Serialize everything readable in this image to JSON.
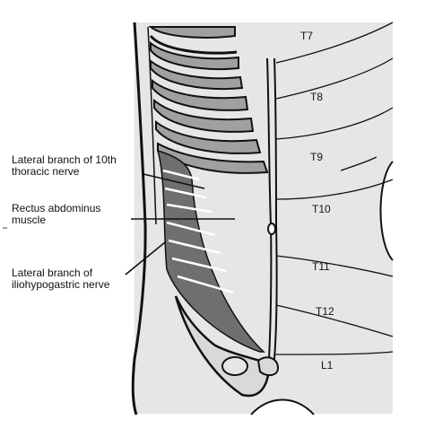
{
  "colors": {
    "background": "#ffffff",
    "panel": "#e6e6e6",
    "muscle": "#6f6f6f",
    "bone": "#d9d9d9",
    "rib_fill": "#a0a0a0",
    "outline": "#111111"
  },
  "labels": {
    "lateral_branch_10th_line1": "Lateral branch of 10th",
    "lateral_branch_10th_line2": "thoracic nerve",
    "rectus_line1": "Rectus abdominus",
    "rectus_line2": "muscle",
    "iliohypogastric_line1": "Lateral branch of",
    "iliohypogastric_line2": "iliohypogastric nerve"
  },
  "dermatomes": [
    "T7",
    "T8",
    "T9",
    "T10",
    "T11",
    "T12",
    "L1"
  ]
}
